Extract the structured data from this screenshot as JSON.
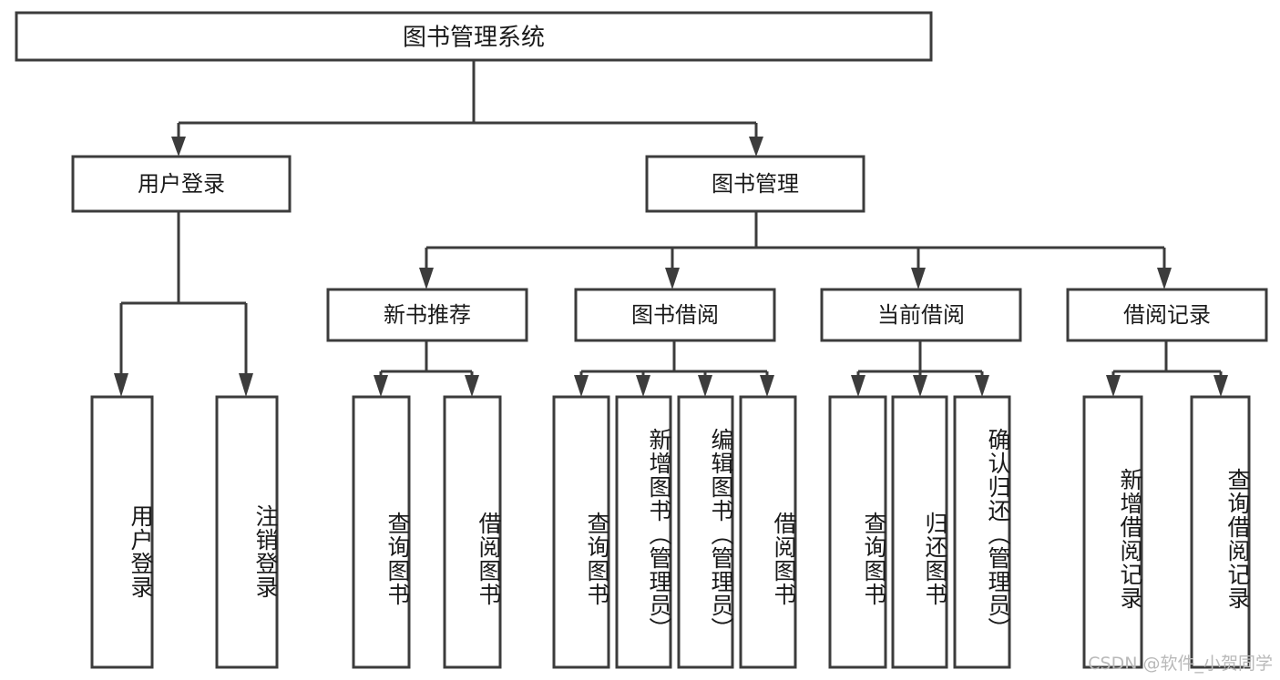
{
  "diagram": {
    "title": "图书管理系统",
    "type": "tree-hierarchy",
    "root": {
      "id": "root",
      "label": "图书管理系统",
      "orientation": "horizontal"
    },
    "level2": [
      {
        "id": "user-login",
        "label": "用户登录",
        "orientation": "horizontal"
      },
      {
        "id": "book-manage",
        "label": "图书管理",
        "orientation": "horizontal"
      }
    ],
    "level3": [
      {
        "id": "new-book-rec",
        "label": "新书推荐",
        "orientation": "horizontal",
        "parent": "book-manage"
      },
      {
        "id": "book-borrow",
        "label": "图书借阅",
        "orientation": "horizontal",
        "parent": "book-manage"
      },
      {
        "id": "current-borrow",
        "label": "当前借阅",
        "orientation": "horizontal",
        "parent": "book-manage"
      },
      {
        "id": "borrow-record",
        "label": "借阅记录",
        "orientation": "horizontal",
        "parent": "book-manage"
      }
    ],
    "leaves": [
      {
        "id": "leaf-user-login",
        "label": "用户登录",
        "orientation": "vertical",
        "parent": "user-login"
      },
      {
        "id": "leaf-user-logout",
        "label": "注销登录",
        "orientation": "vertical",
        "parent": "user-login"
      },
      {
        "id": "leaf-query-book-1",
        "label": "查询图书",
        "orientation": "vertical",
        "parent": "new-book-rec"
      },
      {
        "id": "leaf-borrow-book-1",
        "label": "借阅图书",
        "orientation": "vertical",
        "parent": "new-book-rec"
      },
      {
        "id": "leaf-query-book-2",
        "label": "查询图书",
        "orientation": "vertical",
        "parent": "book-borrow"
      },
      {
        "id": "leaf-add-book",
        "label": "新增图书（管理员）",
        "orientation": "vertical",
        "parent": "book-borrow"
      },
      {
        "id": "leaf-edit-book",
        "label": "编辑图书（管理员）",
        "orientation": "vertical",
        "parent": "book-borrow"
      },
      {
        "id": "leaf-borrow-book-2",
        "label": "借阅图书",
        "orientation": "vertical",
        "parent": "book-borrow"
      },
      {
        "id": "leaf-query-book-3",
        "label": "查询图书",
        "orientation": "vertical",
        "parent": "current-borrow"
      },
      {
        "id": "leaf-return-book",
        "label": "归还图书",
        "orientation": "vertical",
        "parent": "current-borrow"
      },
      {
        "id": "leaf-confirm-return",
        "label": "确认归还（管理员）",
        "orientation": "vertical",
        "parent": "current-borrow"
      },
      {
        "id": "leaf-add-record",
        "label": "新增借阅记录",
        "orientation": "vertical",
        "parent": "borrow-record"
      },
      {
        "id": "leaf-query-record",
        "label": "查询借阅记录",
        "orientation": "vertical",
        "parent": "borrow-record"
      }
    ],
    "colors": {
      "background": "#ffffff",
      "box_fill": "#ffffff",
      "box_stroke": "#3c3c3c",
      "connector": "#3c3c3c",
      "text": "#1a1a1a",
      "watermark": "#b9b9b9"
    }
  },
  "watermark": {
    "text": "CSDN @软件_小贺同学"
  }
}
